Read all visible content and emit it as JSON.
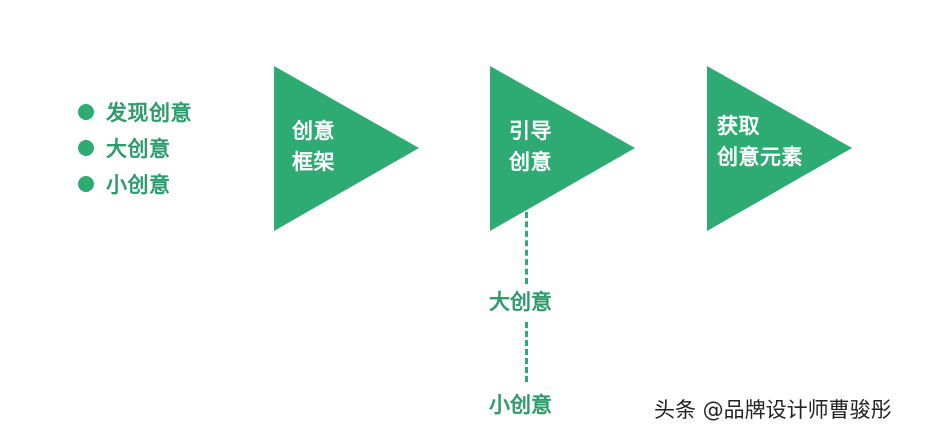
{
  "colors": {
    "accent": "#2eaa73",
    "text_green": "#2e9b6c",
    "white": "#ffffff"
  },
  "bullets": [
    {
      "label": "发现创意"
    },
    {
      "label": "大创意"
    },
    {
      "label": "小创意"
    }
  ],
  "triangles": [
    {
      "line1": "创意",
      "line2": "框架"
    },
    {
      "line1": "引导",
      "line2": "创意"
    },
    {
      "line1": "获取",
      "line2": "创意元素"
    }
  ],
  "branch": [
    {
      "label": "大创意"
    },
    {
      "label": "小创意"
    }
  ],
  "watermark": "头条 @品牌设计师曹骏彤"
}
